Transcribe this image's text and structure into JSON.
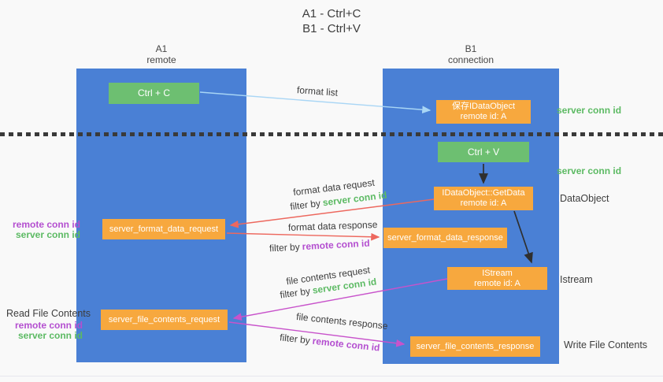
{
  "title": {
    "line1": "A1 - Ctrl+C",
    "line2": "B1 - Ctrl+V"
  },
  "columns": {
    "a1": {
      "name": "A1",
      "subtitle": "remote"
    },
    "b1": {
      "name": "B1",
      "subtitle": "connection"
    }
  },
  "nodes": {
    "ctrl_c": {
      "label": "Ctrl + C"
    },
    "save_idataobject": {
      "line1": "保存IDataObject",
      "line2": "remote id: A"
    },
    "ctrl_v": {
      "label": "Ctrl + V"
    },
    "getdata": {
      "line1": "IDataObject::GetData",
      "line2": "remote id: A"
    },
    "server_format_data_request": {
      "label": "server_format_data_request"
    },
    "server_format_data_response": {
      "label": "server_format_data_response"
    },
    "istream": {
      "line1": "IStream",
      "line2": "remote id: A"
    },
    "server_file_contents_request": {
      "label": "server_file_contents_request"
    },
    "server_file_contents_response": {
      "label": "server_file_contents_response"
    }
  },
  "edge_labels": {
    "format_list": "format list",
    "format_data_request": "format data request",
    "format_data_response": "format data response",
    "file_contents_request": "file contents request",
    "file_contents_response": "file contents response",
    "filter_by": "filter by",
    "server_conn_id": "server conn id",
    "remote_conn_id": "remote conn id"
  },
  "side_labels": {
    "server_conn_id_top": "server conn id",
    "server_conn_id_mid": "server conn id",
    "dataobject": "DataObject",
    "istream": "Istream",
    "write_file_contents": "Write File Contents",
    "read_file_contents": "Read File Contents",
    "left_pair_1": {
      "remote": "remote conn id",
      "server": "server conn id"
    },
    "left_pair_2": {
      "remote": "remote conn id",
      "server": "server conn id"
    }
  },
  "colors": {
    "column_blue": "#4a80d5",
    "box_green": "#6dbf71",
    "box_orange": "#f7a83e",
    "arrow_light_blue": "#a9d6f5",
    "arrow_red": "#ed685e",
    "arrow_magenta": "#c853cb",
    "arrow_black": "#2f2f2f",
    "text_green": "#5cba63",
    "text_purple": "#b44fd0",
    "text_dark": "#3d3d3d"
  }
}
